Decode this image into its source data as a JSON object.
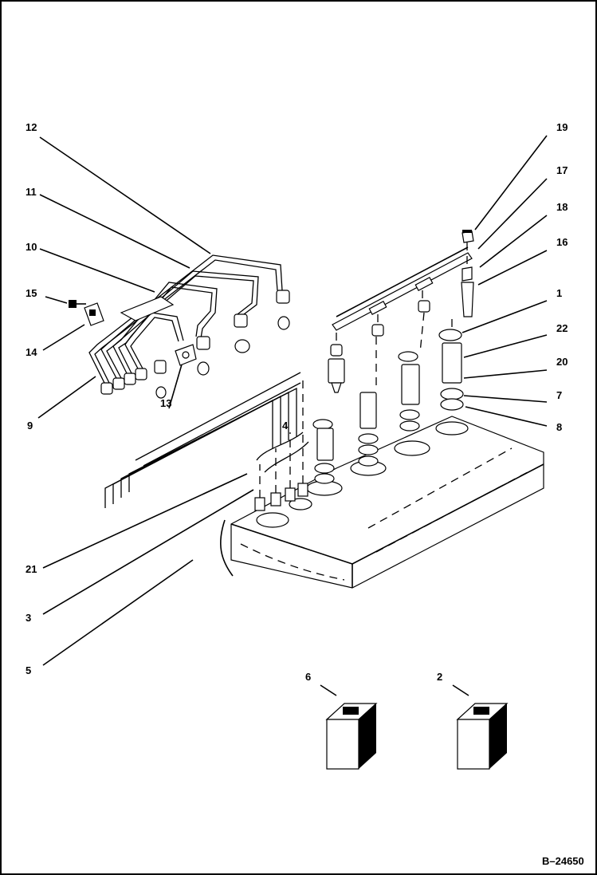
{
  "figure": {
    "drawing_number": "B–24650"
  },
  "callouts": [
    "1",
    "2",
    "3",
    "4",
    "5",
    "6",
    "7",
    "8",
    "9",
    "10",
    "11",
    "12",
    "13",
    "14",
    "15",
    "16",
    "17",
    "18",
    "19",
    "20",
    "21",
    "22"
  ]
}
